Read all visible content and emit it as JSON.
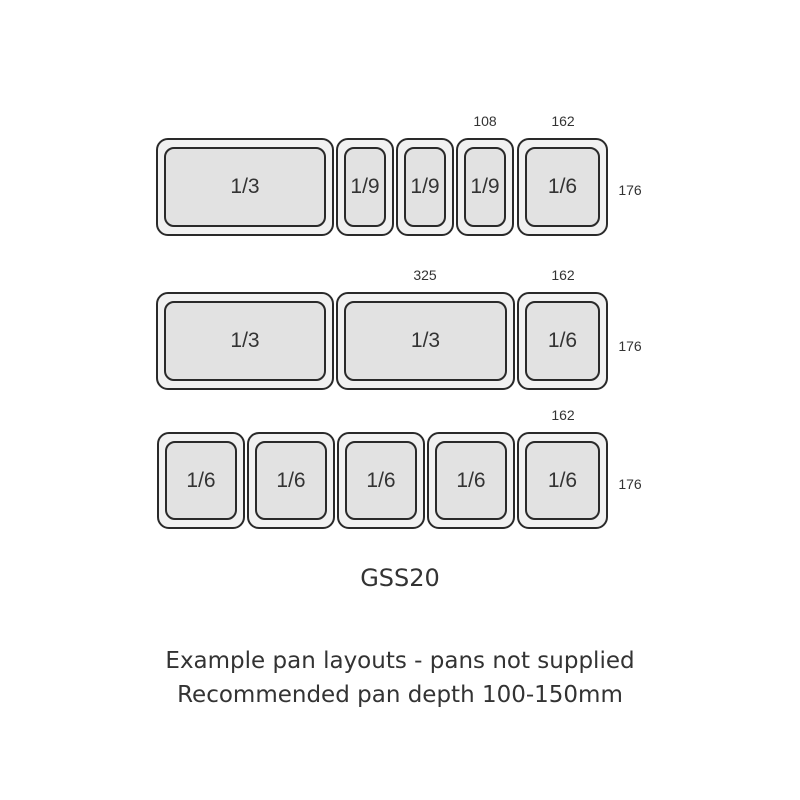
{
  "rows": [
    {
      "pans": [
        "1/3",
        "1/9",
        "1/9",
        "1/9",
        "1/6"
      ],
      "dims": [
        "108",
        "162",
        "176"
      ]
    },
    {
      "pans": [
        "1/3",
        "1/3",
        "1/6"
      ],
      "dims": [
        "325",
        "162",
        "176"
      ]
    },
    {
      "pans": [
        "1/6",
        "1/6",
        "1/6",
        "1/6",
        "1/6"
      ],
      "dims": [
        "162",
        "176"
      ]
    }
  ],
  "model": "GSS20",
  "notes": [
    "Example pan layouts - pans not supplied",
    "Recommended pan depth 100-150mm"
  ]
}
